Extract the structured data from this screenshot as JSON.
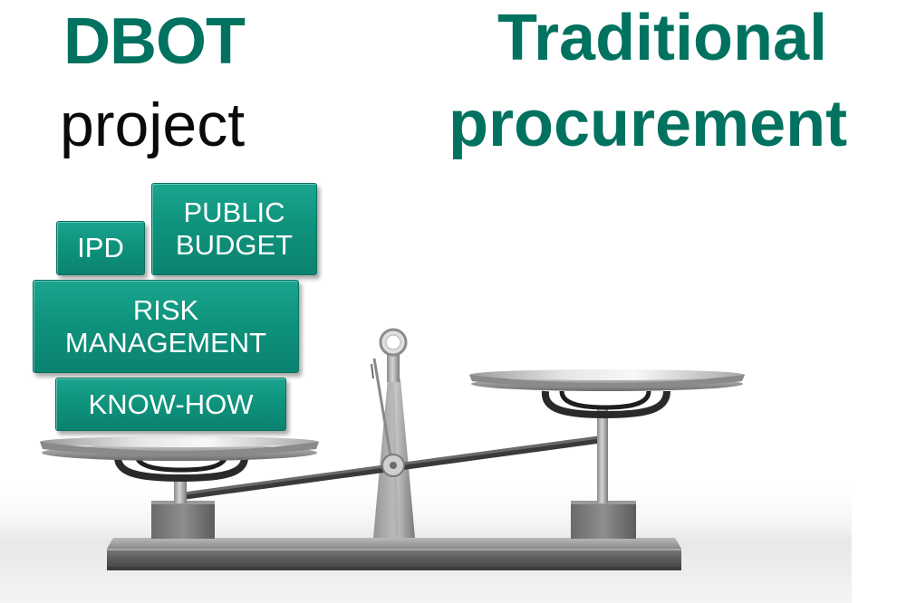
{
  "left_side": {
    "title": "DBOT",
    "subtitle": "project",
    "blocks": {
      "ipd": "IPD",
      "public_budget": "PUBLIC\nBUDGET",
      "risk_management": "RISK\nMANAGEMENT",
      "know_how": "KNOW-HOW"
    }
  },
  "right_side": {
    "title_line1": "Traditional",
    "title_line2": "procurement"
  },
  "colors": {
    "brand_green": "#00725f",
    "block_green": "#0f937d",
    "text_black": "#0a0a0a"
  },
  "illustration": {
    "type": "balance-scale",
    "heavier_side": "left"
  }
}
